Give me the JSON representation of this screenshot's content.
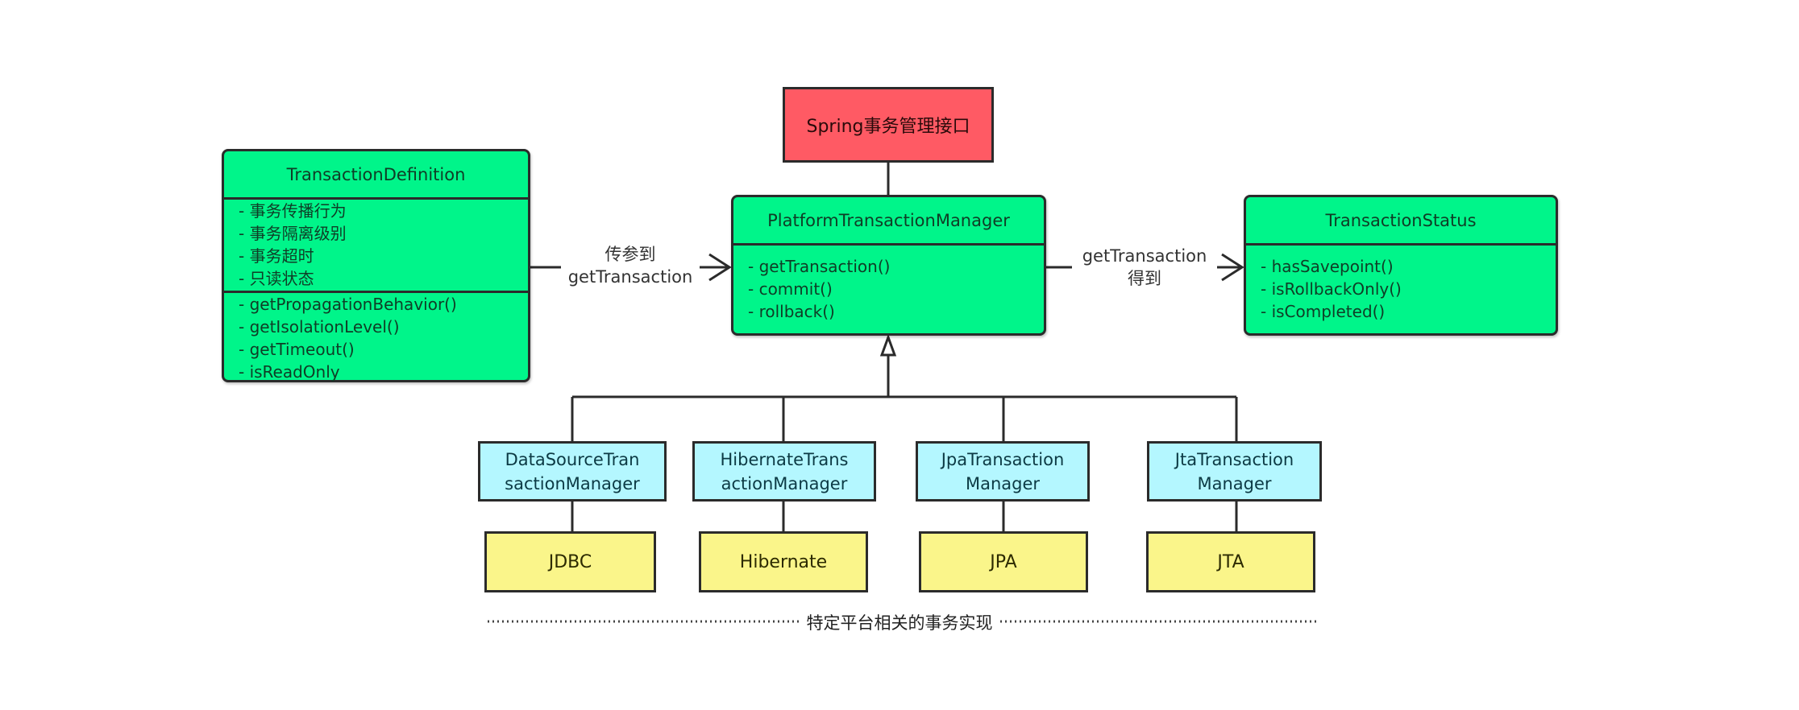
{
  "diagram": {
    "root": {
      "title": "Spring事务管理接口",
      "color": "#ff5a64"
    },
    "definition": {
      "title": "TransactionDefinition",
      "attributes": [
        "- 事务传播行为",
        "- 事务隔离级别",
        "- 事务超时",
        "- 只读状态"
      ],
      "methods": [
        "- getPropagationBehavior()",
        "- getIsolationLevel()",
        "- getTimeout()",
        "- isReadOnly"
      ]
    },
    "manager": {
      "title": "PlatformTransactionManager",
      "methods": [
        "- getTransaction()",
        "- commit()",
        "- rollback()"
      ]
    },
    "status": {
      "title": "TransactionStatus",
      "methods": [
        "- hasSavepoint()",
        "- isRollbackOnly()",
        "- isCompleted()"
      ]
    },
    "edges": {
      "definition_to_manager": {
        "line1": "传参到",
        "line2": "getTransaction"
      },
      "manager_to_status": {
        "line1": "getTransaction",
        "line2": "得到"
      }
    },
    "implementations": [
      {
        "manager_line1": "DataSourceTran",
        "manager_line2": "sactionManager",
        "platform": "JDBC"
      },
      {
        "manager_line1": "HibernateTrans",
        "manager_line2": "actionManager",
        "platform": "Hibernate"
      },
      {
        "manager_line1": "JpaTransaction",
        "manager_line2": "Manager",
        "platform": "JPA"
      },
      {
        "manager_line1": "JtaTransaction",
        "manager_line2": "Manager",
        "platform": "JTA"
      }
    ],
    "footer_caption": "特定平台相关的事务实现",
    "colors": {
      "interface_green": "#00f58a",
      "impl_blue": "#b4f7ff",
      "platform_yellow": "#faf58a",
      "line": "#2b2b2b"
    }
  }
}
